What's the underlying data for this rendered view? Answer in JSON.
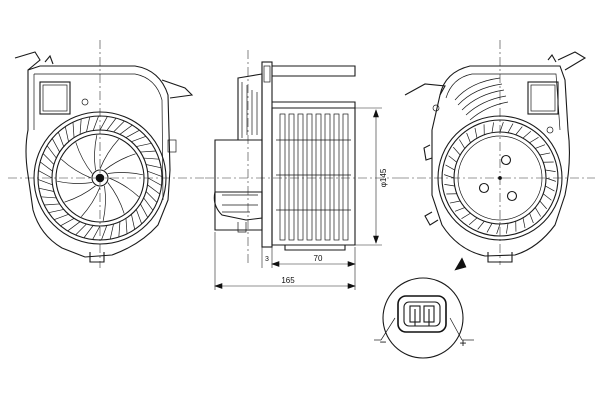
{
  "dimensions": {
    "overall_length": "165",
    "length_70": "70",
    "ref_3": "3",
    "diameter": "φ145"
  },
  "connector": {
    "minus_label": "−",
    "plus_label": "+"
  },
  "views": [
    {
      "id": "front-view",
      "icon": "blower-wheel-front"
    },
    {
      "id": "side-view",
      "icon": "blower-motor-side"
    },
    {
      "id": "rear-view",
      "icon": "blower-housing-rear"
    },
    {
      "id": "connector-detail",
      "icon": "two-pin-connector"
    }
  ]
}
